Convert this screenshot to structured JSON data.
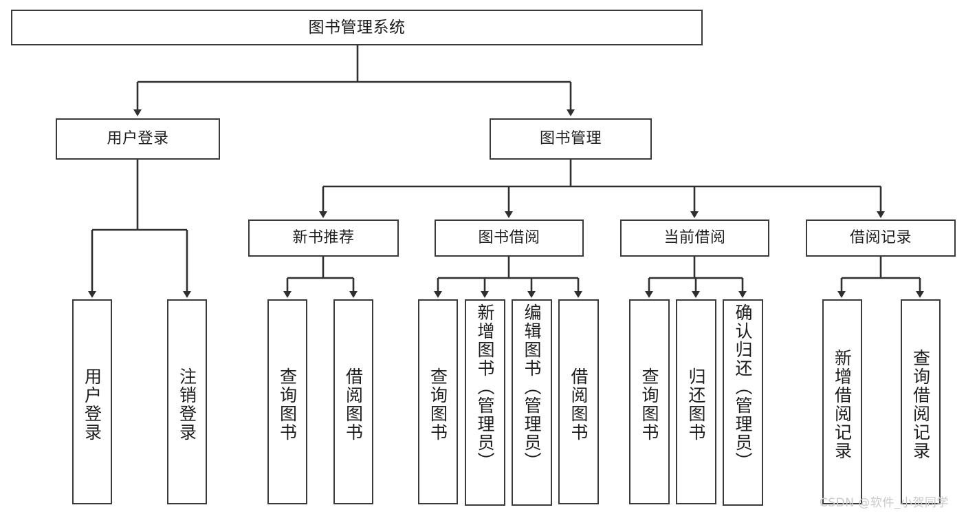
{
  "diagram": {
    "type": "tree",
    "title": "图书管理系统",
    "orientation": "top-down",
    "colors": {
      "box_border": "#3a3a3a",
      "box_fill": "#ffffff",
      "connector": "#2f2f2f",
      "text": "#1d1d1d",
      "watermark": "#c9c9c9"
    },
    "levels": {
      "level1": [
        "图书管理系统"
      ],
      "level2": [
        "用户登录",
        "图书管理"
      ],
      "level3": [
        "新书推荐",
        "图书借阅",
        "当前借阅",
        "借阅记录"
      ],
      "level4": [
        "用户登录",
        "注销登录",
        "查询图书",
        "借阅图书",
        "查询图书",
        "新增图书（管理员）",
        "编辑图书（管理员）",
        "借阅图书",
        "查询图书",
        "归还图书",
        "确认归还（管理员）",
        "新增借阅记录",
        "查询借阅记录"
      ]
    }
  },
  "nodes": {
    "root": {
      "label": "图书管理系统"
    },
    "user_login": {
      "label": "用户登录"
    },
    "book_manage": {
      "label": "图书管理"
    },
    "new_book_rec": {
      "label": "新书推荐"
    },
    "book_borrow": {
      "label": "图书借阅"
    },
    "current_borrow": {
      "label": "当前借阅"
    },
    "borrow_record": {
      "label": "借阅记录"
    },
    "leaf_user_login": {
      "label": "用户登录"
    },
    "leaf_logout": {
      "label": "注销登录"
    },
    "leaf_query_book_1": {
      "label": "查询图书"
    },
    "leaf_borrow_book_1": {
      "label": "借阅图书"
    },
    "leaf_query_book_2": {
      "label": "查询图书"
    },
    "leaf_add_book": {
      "label": "新增图书（管理员）"
    },
    "leaf_edit_book": {
      "label": "编辑图书（管理员）"
    },
    "leaf_borrow_book_2": {
      "label": "借阅图书"
    },
    "leaf_query_book_3": {
      "label": "查询图书"
    },
    "leaf_return_book": {
      "label": "归还图书"
    },
    "leaf_confirm_return": {
      "label": "确认归还（管理员）"
    },
    "leaf_add_record": {
      "label": "新增借阅记录"
    },
    "leaf_query_record": {
      "label": "查询借阅记录"
    }
  },
  "edges": [
    {
      "from": "图书管理系统",
      "to": "用户登录"
    },
    {
      "from": "图书管理系统",
      "to": "图书管理"
    },
    {
      "from": "用户登录",
      "to": "用户登录"
    },
    {
      "from": "用户登录",
      "to": "注销登录"
    },
    {
      "from": "图书管理",
      "to": "新书推荐"
    },
    {
      "from": "图书管理",
      "to": "图书借阅"
    },
    {
      "from": "图书管理",
      "to": "当前借阅"
    },
    {
      "from": "图书管理",
      "to": "借阅记录"
    },
    {
      "from": "新书推荐",
      "to": "查询图书"
    },
    {
      "from": "新书推荐",
      "to": "借阅图书"
    },
    {
      "from": "图书借阅",
      "to": "查询图书"
    },
    {
      "from": "图书借阅",
      "to": "新增图书（管理员）"
    },
    {
      "from": "图书借阅",
      "to": "编辑图书（管理员）"
    },
    {
      "from": "图书借阅",
      "to": "借阅图书"
    },
    {
      "from": "当前借阅",
      "to": "查询图书"
    },
    {
      "from": "当前借阅",
      "to": "归还图书"
    },
    {
      "from": "当前借阅",
      "to": "确认归还（管理员）"
    },
    {
      "from": "借阅记录",
      "to": "新增借阅记录"
    },
    {
      "from": "借阅记录",
      "to": "查询借阅记录"
    }
  ],
  "watermark": {
    "text": "CSDN @软件_小贺同学"
  }
}
